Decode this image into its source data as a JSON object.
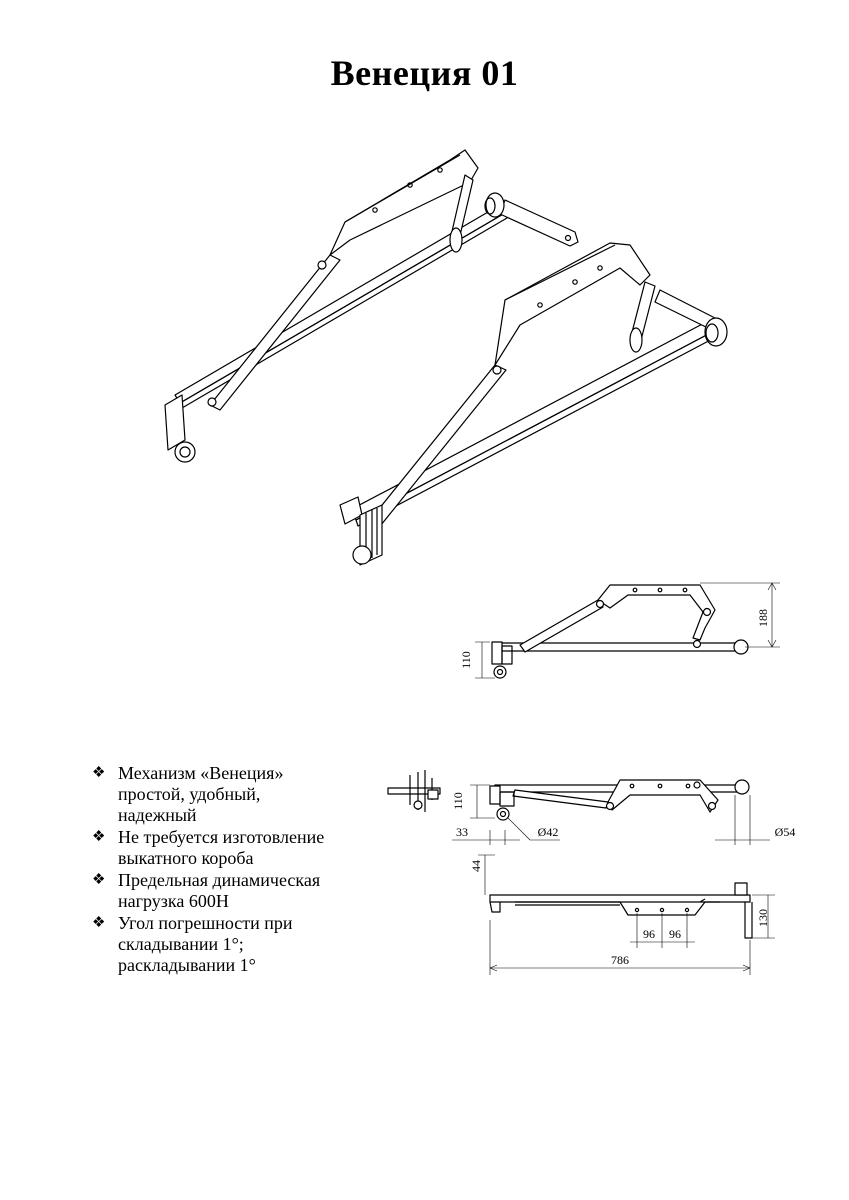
{
  "title": "Венеция 01",
  "features": [
    {
      "bullet": "❖",
      "lines": [
        "Механизм «Венеция»",
        "простой, удобный,",
        "надежный"
      ]
    },
    {
      "bullet": "❖",
      "lines": [
        "Не требуется изготовление",
        "выкатного короба"
      ]
    },
    {
      "bullet": "❖",
      "lines": [
        "Предельная динамическая",
        "нагрузка 600Н"
      ]
    },
    {
      "bullet": "❖",
      "lines": [
        "Угол погрешности при",
        "складывании 1°;",
        "раскладывании 1°"
      ]
    }
  ],
  "dimensions": {
    "side_height": "188",
    "side_wheel_height": "110",
    "plan_wheel_height": "110",
    "plan_offset": "33",
    "wheel_diameter": "Ø42",
    "roller_diameter": "Ø54",
    "bottom_offset": "44",
    "bracket_height": "130",
    "hole_spacing_1": "96",
    "hole_spacing_2": "96",
    "overall_length": "786"
  }
}
